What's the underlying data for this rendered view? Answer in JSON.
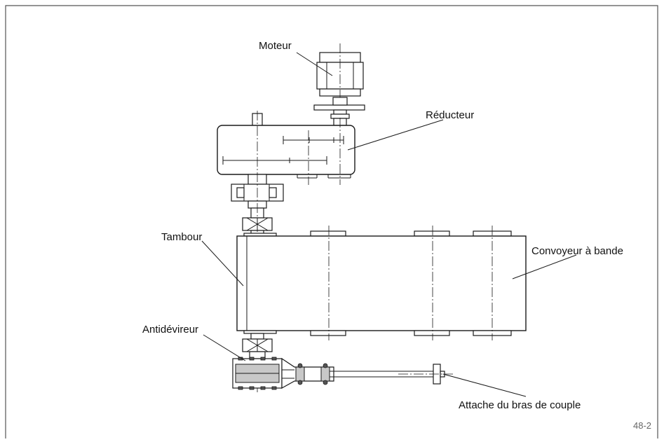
{
  "labels": {
    "motor": "Moteur",
    "reducer": "Réducteur",
    "drum": "Tambour",
    "conveyor": "Convoyeur à bande",
    "backstop": "Antidévireur",
    "torque_arm": "Attache du bras de couple"
  },
  "figure_number": "48-2",
  "colors": {
    "line": "#1a1a1a",
    "border": "#555555",
    "fill_gray": "#c8c8c8"
  }
}
